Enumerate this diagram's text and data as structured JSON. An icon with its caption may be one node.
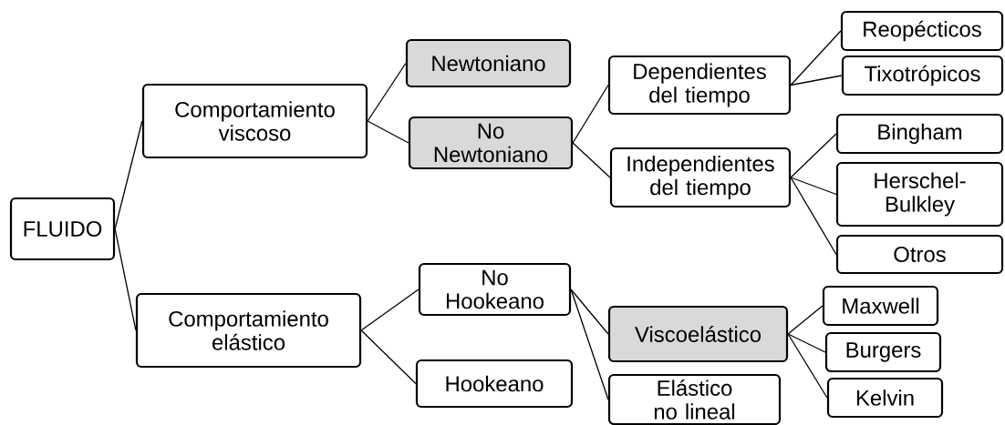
{
  "diagram": {
    "nodes": [
      {
        "text": [
          "FLUIDO"
        ]
      },
      {
        "text": [
          "Comportamiento viscoso"
        ]
      },
      {
        "text": [
          "Newtoniano"
        ]
      },
      {
        "text": [
          "No Newtoniano"
        ]
      },
      {
        "text": [
          "Dependientes del tiempo"
        ]
      },
      {
        "text": [
          "Independientes del tiempo"
        ]
      },
      {
        "text": [
          "Reopécticos"
        ]
      },
      {
        "text": [
          "Tixotrópicos"
        ]
      },
      {
        "text": [
          "Bingham"
        ]
      },
      {
        "text": [
          "Herschel-Bulkley"
        ]
      },
      {
        "text": [
          "Otros"
        ]
      },
      {
        "text": [
          "Comportamiento elástico"
        ]
      },
      {
        "text": [
          "No Hookeano"
        ]
      },
      {
        "text": [
          "Hookeano"
        ]
      },
      {
        "text": [
          "Viscoelástico"
        ]
      },
      {
        "text": [
          "Elástico no lineal"
        ]
      },
      {
        "text": [
          "Maxwell"
        ]
      },
      {
        "text": [
          "Burgers"
        ]
      },
      {
        "text": [
          "Kelvin"
        ]
      }
    ],
    "edges": [
      {
        "from": 0,
        "to": 1,
        "arrow": "none"
      },
      {
        "from": 0,
        "to": 11,
        "arrow": "none"
      },
      {
        "from": 1,
        "to": 2,
        "arrow": "none"
      },
      {
        "from": 1,
        "to": 3,
        "arrow": "none"
      },
      {
        "from": 3,
        "to": 4,
        "arrow": "none"
      },
      {
        "from": 3,
        "to": 5,
        "arrow": "none"
      },
      {
        "from": 4,
        "to": 6,
        "arrow": "none"
      },
      {
        "from": 4,
        "to": 7,
        "arrow": "none"
      },
      {
        "from": 5,
        "to": 8,
        "arrow": "none"
      },
      {
        "from": 5,
        "to": 9,
        "arrow": "none"
      },
      {
        "from": 5,
        "to": 10,
        "arrow": "none"
      },
      {
        "from": 11,
        "to": 12,
        "arrow": "none"
      },
      {
        "from": 11,
        "to": 13,
        "arrow": "none"
      },
      {
        "from": 12,
        "to": 14,
        "arrow": "none"
      },
      {
        "from": 12,
        "to": 15,
        "arrow": "none"
      },
      {
        "from": 14,
        "to": 16,
        "arrow": "none"
      },
      {
        "from": 14,
        "to": 17,
        "arrow": "none"
      },
      {
        "from": 14,
        "to": 18,
        "arrow": "none"
      }
    ]
  }
}
